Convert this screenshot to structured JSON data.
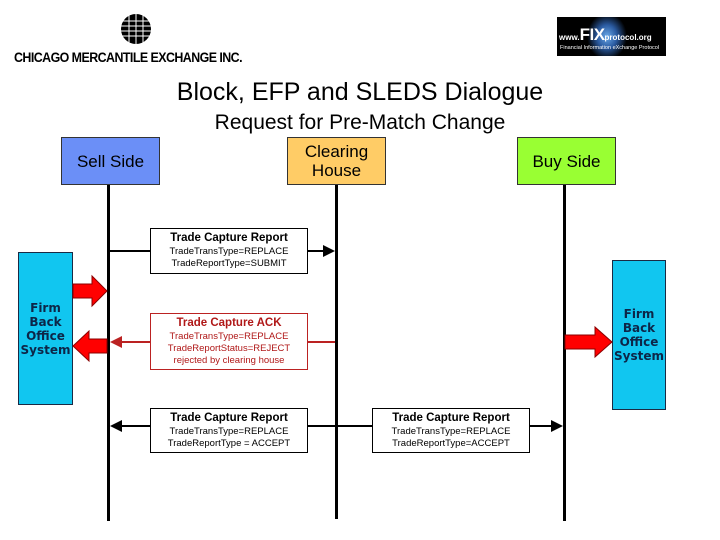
{
  "logos": {
    "cme_text": "CHICAGO MERCANTILE EXCHANGE INC.",
    "fix_prefix": "www.",
    "fix_big": "FIX",
    "fix_suffix": "protocol.org",
    "fix_tagline": "Financial Information eXchange Protocol"
  },
  "header": {
    "title": "Block, EFP and SLEDS Dialogue",
    "subtitle": "Request for Pre-Match Change"
  },
  "parties": {
    "sell_side": "Sell Side",
    "clearing_house": "Clearing House",
    "buy_side": "Buy Side"
  },
  "firm_boxes": {
    "left": "Firm Back Office System",
    "right": "Firm Back Office System"
  },
  "messages": [
    {
      "title": "Trade Capture Report",
      "lines": [
        "TradeTransType=REPLACE",
        "TradeReportType=SUBMIT"
      ],
      "from": "Sell Side",
      "to": "Clearing House"
    },
    {
      "title": "Trade Capture ACK",
      "lines": [
        "TradeTransType=REPLACE",
        "TradeReportStatus=REJECT",
        "rejected by clearing house"
      ],
      "from": "Clearing House",
      "to": "Sell Side"
    },
    {
      "title": "Trade Capture Report",
      "lines": [
        "TradeTransType=REPLACE",
        "TradeReportType = ACCEPT"
      ],
      "from": "Clearing House",
      "to": "Sell Side"
    },
    {
      "title": "Trade Capture Report",
      "lines": [
        "TradeTransType=REPLACE",
        "TradeReportType=ACCEPT"
      ],
      "from": "Clearing House",
      "to": "Buy Side"
    }
  ],
  "colors": {
    "sell_side": "#6b8ff7",
    "clearing_house": "#ffcc66",
    "buy_side": "#99ff33",
    "firm_box": "#11c6f0",
    "reject": "#b01818",
    "arrow": "#ff0000"
  }
}
